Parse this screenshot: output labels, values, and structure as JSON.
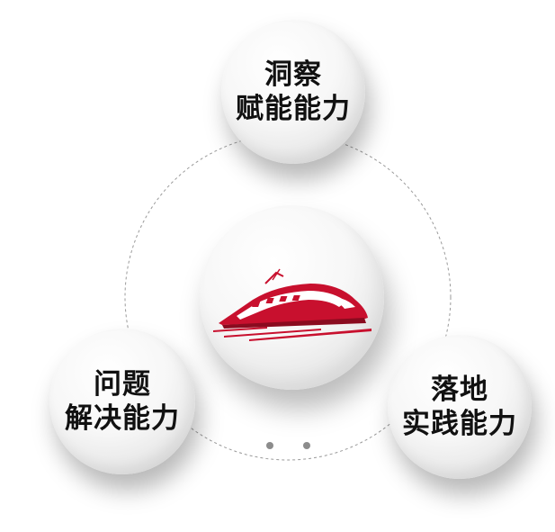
{
  "nodes": {
    "top": {
      "line1": "洞察",
      "line2": "赋能能力"
    },
    "left": {
      "line1": "问题",
      "line2": "解决能力"
    },
    "right": {
      "line1": "落地",
      "line2": "实践能力"
    }
  },
  "center": {
    "icon": "high-speed-train-icon"
  },
  "colors": {
    "accent": "#c8102e",
    "text": "#111111",
    "orbit": "#9a9a9a"
  }
}
